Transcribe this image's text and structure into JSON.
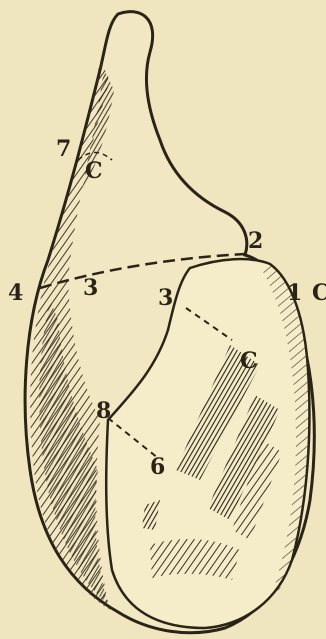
{
  "colors": {
    "paper": "#efe6bf",
    "ink": "#2b2416",
    "hatch": "#3a3020",
    "highlight": "#f6eed0"
  },
  "labels": {
    "l1": "1",
    "l2": "2",
    "l3a": "3",
    "l3b": "3",
    "l4": "4",
    "l6": "6",
    "l7": "7",
    "l8": "8",
    "lc1": "C",
    "lc2": "C",
    "lc3": "C"
  }
}
